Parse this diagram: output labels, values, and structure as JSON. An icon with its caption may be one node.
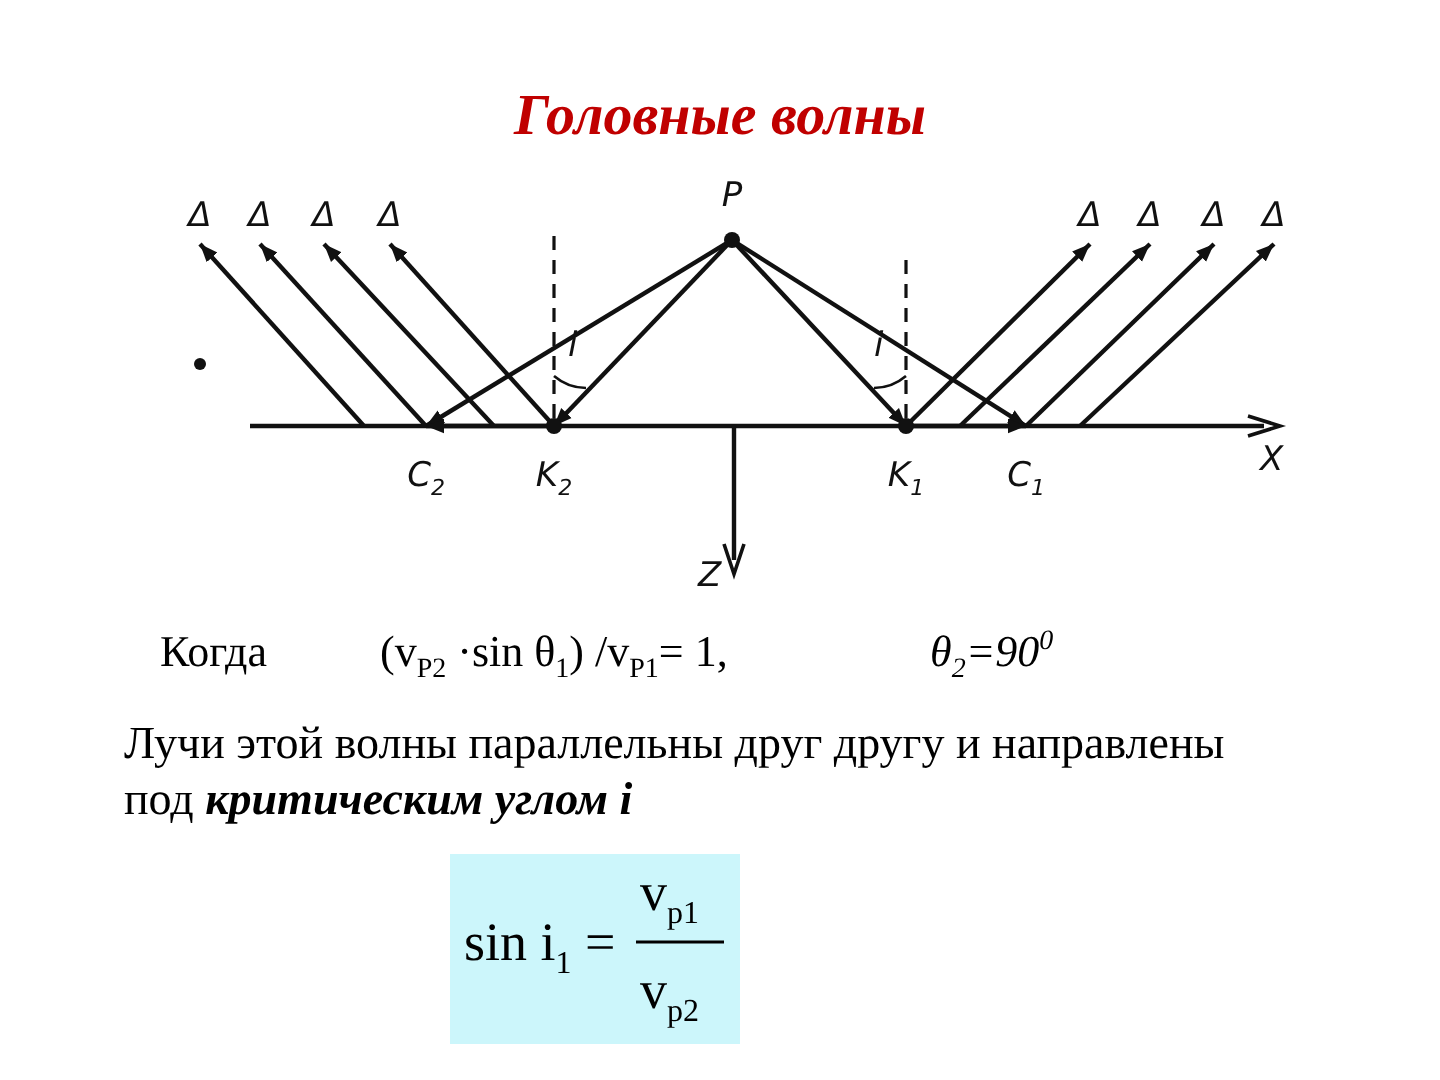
{
  "diagram": {
    "title": "Головные волны",
    "nodes": [
      {
        "text": [
          "P"
        ]
      },
      {
        "text": [
          "C$_{2}$"
        ]
      },
      {
        "text": [
          "K$_{2}$"
        ]
      },
      {
        "text": [
          "K$_{1}$"
        ]
      },
      {
        "text": [
          "C$_{1}$"
        ]
      },
      {
        "text": [
          "Δ"
        ]
      },
      {
        "text": [
          "Δ"
        ]
      },
      {
        "text": [
          "Δ"
        ]
      },
      {
        "text": [
          "Δ"
        ]
      },
      {
        "text": [
          "Δ"
        ]
      },
      {
        "text": [
          "Δ"
        ]
      },
      {
        "text": [
          "Δ"
        ]
      },
      {
        "text": [
          "Δ"
        ]
      }
    ],
    "edges": [
      {
        "from": 0,
        "to": 2,
        "arrow": "to"
      },
      {
        "from": 0,
        "to": 1,
        "arrow": "to"
      },
      {
        "from": 2,
        "to": 1,
        "arrow": "to"
      },
      {
        "from": 0,
        "to": 3,
        "arrow": "to"
      },
      {
        "from": 0,
        "to": 4,
        "arrow": "to"
      },
      {
        "from": 3,
        "to": 4,
        "arrow": "to"
      },
      {
        "from": null,
        "to": 5,
        "arrow": "to"
      },
      {
        "from": 1,
        "to": 6,
        "arrow": "to"
      },
      {
        "from": null,
        "to": 7,
        "arrow": "to"
      },
      {
        "from": 2,
        "to": 8,
        "arrow": "to"
      },
      {
        "from": 3,
        "to": 9,
        "arrow": "to"
      },
      {
        "from": null,
        "to": 10,
        "arrow": "to"
      },
      {
        "from": 4,
        "to": 11,
        "arrow": "to"
      },
      {
        "from": null,
        "to": 12,
        "arrow": "to"
      }
    ],
    "labels": [
      "i",
      "i",
      "X",
      "Z",
      "Когда",
      "(v$_{P2}$ ·sin θ$_{1}$) /v$_{P1}$= 1,",
      "θ$_{2}$=90$^{0}$",
      "Лучи этой волны параллельны друг другу и направлены под **критическим углом i**",
      "sin i$_{1}$ =",
      "v$_{p1}$",
      "v$_{p2}$"
    ]
  }
}
